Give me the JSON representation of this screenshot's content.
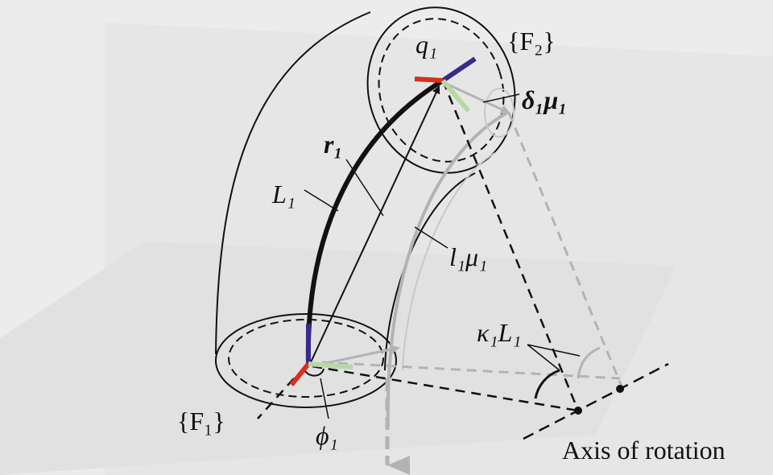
{
  "diagram": {
    "labels": {
      "frame_top": "{F₂}",
      "frame_bottom": "{F₁}",
      "q": "q₁",
      "r": "r₁",
      "L": "L₁",
      "l_mu": "l₁μ₁",
      "delta": "δ₁μ₁",
      "kappa_L": "κ₁L₁",
      "phi": "ϕ₁",
      "axis": "Axis of rotation"
    },
    "colors": {
      "background": "#ececec",
      "plane": "#e2e2e2",
      "axis_red": "#d7301f",
      "axis_blue": "#3a2a8c",
      "axis_green": "#b8d7a6",
      "gray_curve": "#b3b3b3"
    }
  }
}
